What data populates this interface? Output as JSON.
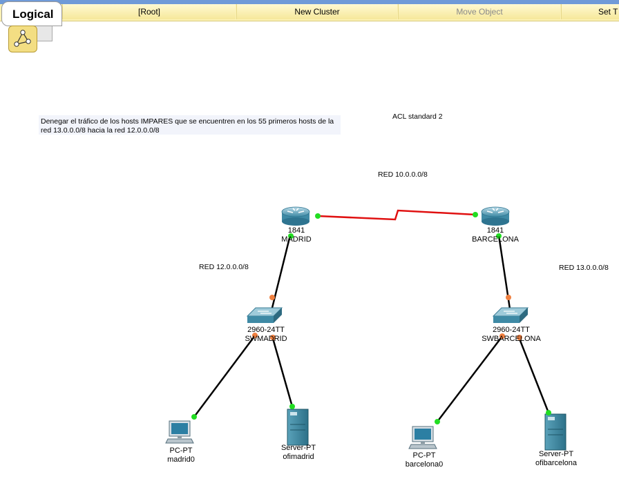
{
  "toolbar": {
    "tab_logical": "Logical",
    "root": "[Root]",
    "new_cluster": "New Cluster",
    "move_object": "Move Object",
    "set_tiled": "Set T"
  },
  "canvas": {
    "description_line1": "Denegar el tráfico de los hosts IMPARES que se encuentren en los 55 primeros hosts de la",
    "description_line2": "red 13.0.0.0/8 hacia la red 12.0.0.0/8",
    "acl_title": "ACL standard 2",
    "net_wan": "RED 10.0.0.0/8",
    "net_madrid": "RED 12.0.0.0/8",
    "net_barcelona": "RED 13.0.0.0/8"
  },
  "devices": {
    "router_madrid": {
      "model": "1841",
      "name": "MADRID"
    },
    "router_barcelona": {
      "model": "1841",
      "name": "BARCELONA"
    },
    "switch_madrid": {
      "model": "2960-24TT",
      "name": "SWMADRID"
    },
    "switch_barcelona": {
      "model": "2960-24TT",
      "name": "SWBARCELONA"
    },
    "pc_madrid": {
      "model": "PC-PT",
      "name": "madrid0"
    },
    "server_madrid": {
      "model": "Server-PT",
      "name": "ofimadrid"
    },
    "pc_barcelona": {
      "model": "PC-PT",
      "name": "barcelona0"
    },
    "server_barcelona": {
      "model": "Server-PT",
      "name": "ofibarcelona"
    }
  },
  "colors": {
    "serial_link": "#e01010",
    "ethernet_link": "#000000",
    "port_up": "#22dd22",
    "port_blocking": "#f08040"
  },
  "icons": [
    "router-icon",
    "switch-icon",
    "pc-icon",
    "server-icon",
    "navigation-icon"
  ]
}
